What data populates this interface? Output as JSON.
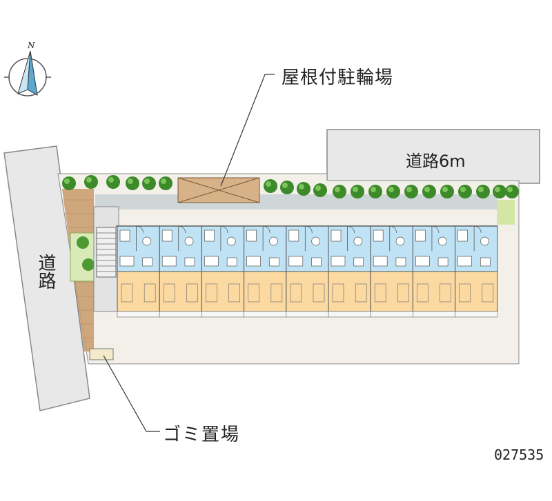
{
  "labels": {
    "bike_parking": "屋根付駐輪場",
    "road_6m": "道路6m",
    "road_side": "道路",
    "garbage": "ゴミ置場",
    "code": "027535"
  },
  "compass": {
    "north_letter": "N",
    "icon": "compass-icon"
  },
  "colors": {
    "unit_blue": "#bfe3f5",
    "unit_orange": "#fbd9a0",
    "grey": "#e0e0e0",
    "road": "#e8e8e8",
    "lot": "#f3f0ea",
    "tree": "#3c8a2a",
    "brick": "#c49a6c",
    "roof": "#d5b28a"
  },
  "units": {
    "count": 9
  }
}
